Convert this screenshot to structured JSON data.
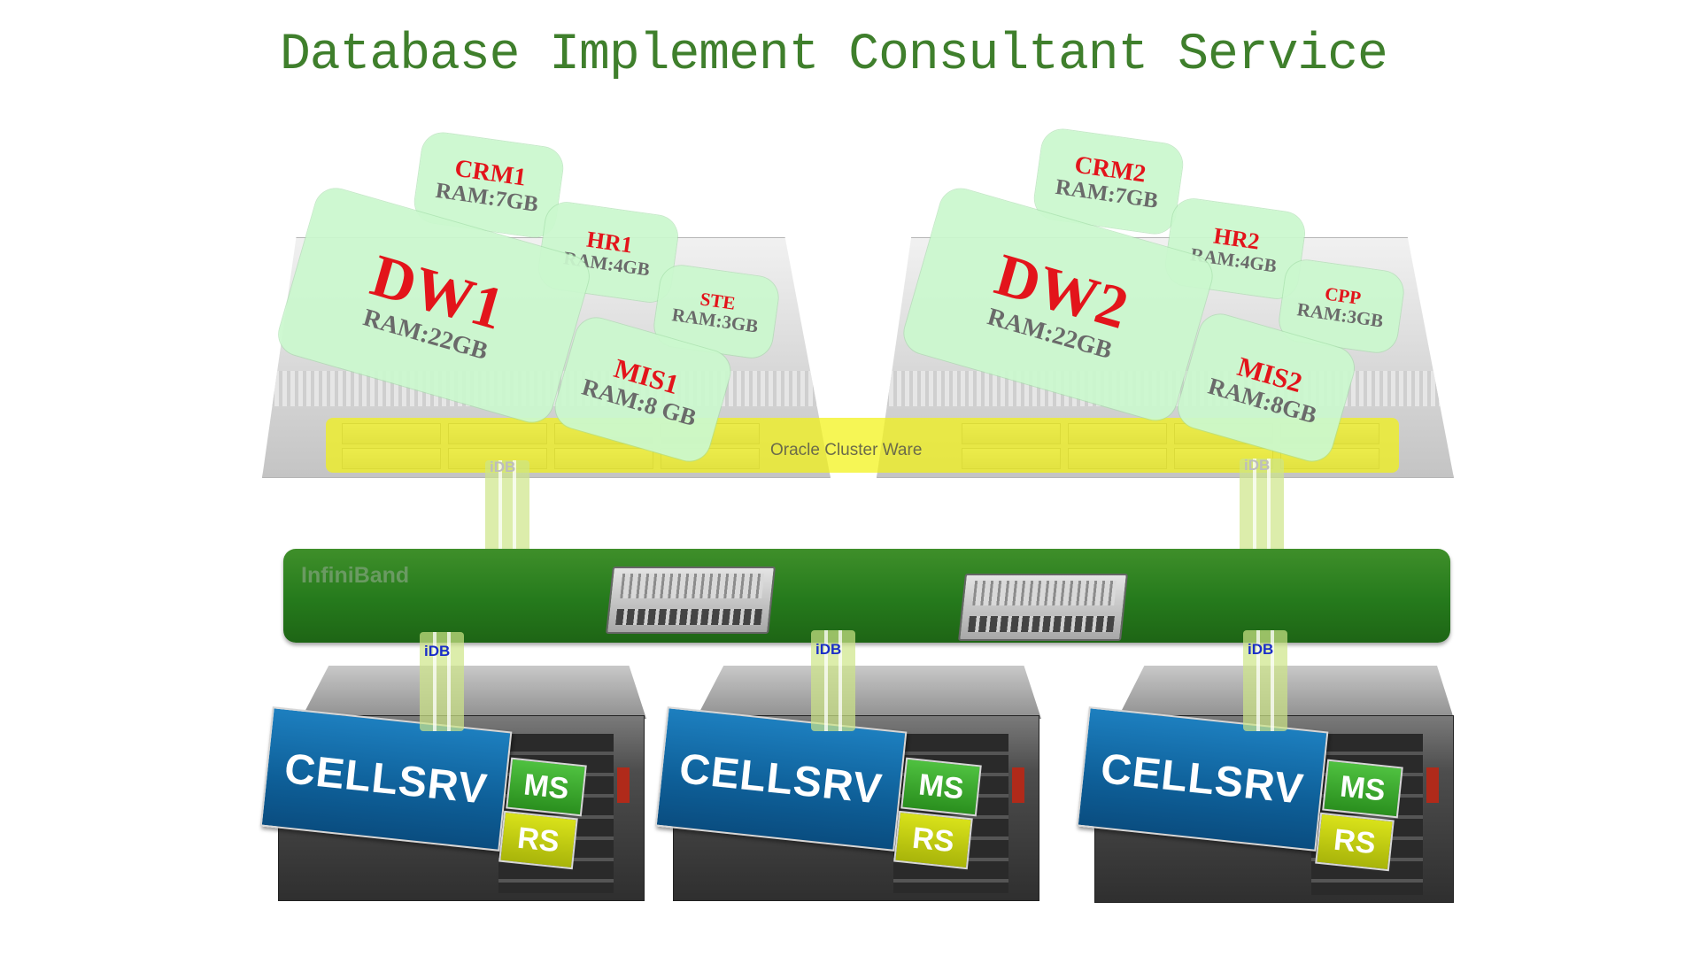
{
  "title": "Database Implement Consultant Service",
  "cluster_label": "Oracle Cluster Ware",
  "interconnect_label": "InfiniBand",
  "idb_label": "iDB",
  "cell_label": "CELLSRV",
  "ms_label": "MS",
  "rs_label": "RS",
  "databases": [
    {
      "name": "CRM1",
      "ram": "RAM:7GB"
    },
    {
      "name": "HR1",
      "ram": "RAM:4GB"
    },
    {
      "name": "STE",
      "ram": "RAM:3GB"
    },
    {
      "name": "DW1",
      "ram": "RAM:22GB"
    },
    {
      "name": "MIS1",
      "ram": "RAM:8 GB"
    },
    {
      "name": "CRM2",
      "ram": "RAM:7GB"
    },
    {
      "name": "HR2",
      "ram": "RAM:4GB"
    },
    {
      "name": "CPP",
      "ram": "RAM:3GB"
    },
    {
      "name": "DW2",
      "ram": "RAM:22GB"
    },
    {
      "name": "MIS2",
      "ram": "RAM:8GB"
    }
  ],
  "colors": {
    "title": "#3f7f2c",
    "db_name": "#e3141b",
    "db_box": "#caf7cd",
    "infiniband": "#257a1c",
    "cluster_band": "#f3f314",
    "cellsrv": "#0e5f98",
    "ms": "#2a8f1e",
    "rs": "#a8b40a",
    "idb_text": "#1a2ec8"
  }
}
